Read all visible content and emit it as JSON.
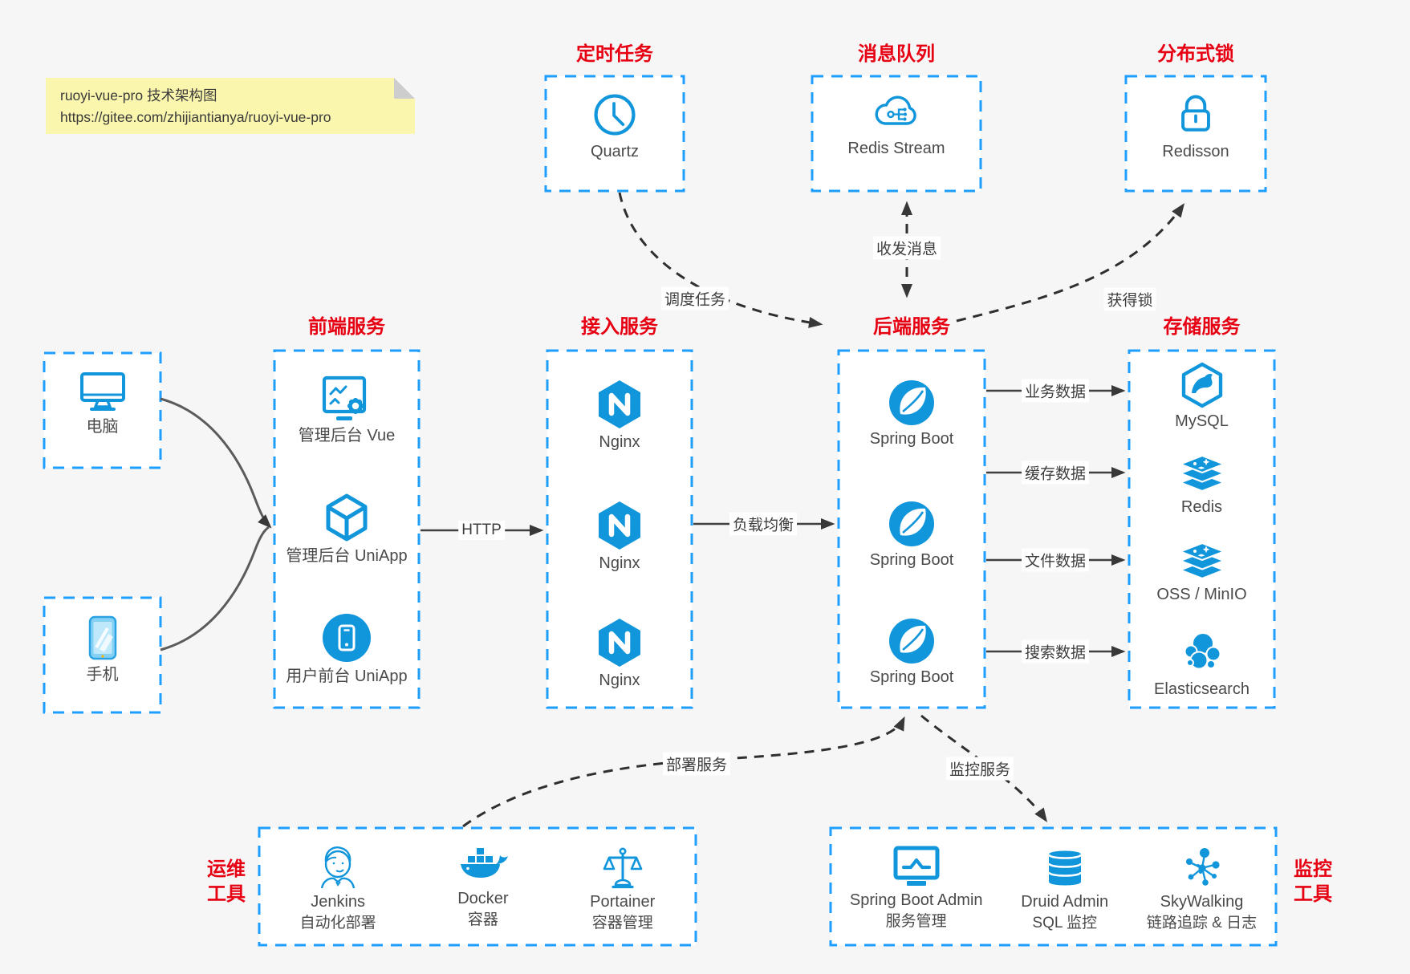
{
  "note": {
    "line1": "ruoyi-vue-pro 技术架构图",
    "line2": "https://gitee.com/zhijiantianya/ruoyi-vue-pro"
  },
  "top_groups": {
    "scheduled_task": {
      "title": "定时任务",
      "item": {
        "label": "Quartz",
        "icon": "clock-icon"
      }
    },
    "message_queue": {
      "title": "消息队列",
      "item": {
        "label": "Redis Stream",
        "icon": "cloud-hub-icon"
      }
    },
    "distributed_lock": {
      "title": "分布式锁",
      "item": {
        "label": "Redisson",
        "icon": "lock-icon"
      }
    }
  },
  "clients": {
    "pc": {
      "label": "电脑",
      "icon": "desktop-icon"
    },
    "mobile": {
      "label": "手机",
      "icon": "smartphone-icon"
    }
  },
  "columns": {
    "frontend": {
      "title": "前端服务",
      "items": [
        {
          "label": "管理后台 Vue",
          "icon": "admin-vue-icon"
        },
        {
          "label": "管理后台 UniApp",
          "icon": "uniapp-cube-icon"
        },
        {
          "label": "用户前台 UniApp",
          "icon": "user-app-icon"
        }
      ]
    },
    "gateway": {
      "title": "接入服务",
      "items": [
        {
          "label": "Nginx",
          "icon": "nginx-icon"
        },
        {
          "label": "Nginx",
          "icon": "nginx-icon"
        },
        {
          "label": "Nginx",
          "icon": "nginx-icon"
        }
      ]
    },
    "backend": {
      "title": "后端服务",
      "items": [
        {
          "label": "Spring Boot",
          "icon": "spring-icon"
        },
        {
          "label": "Spring Boot",
          "icon": "spring-icon"
        },
        {
          "label": "Spring Boot",
          "icon": "spring-icon"
        }
      ]
    },
    "storage": {
      "title": "存储服务",
      "items": [
        {
          "label": "MySQL",
          "icon": "mysql-icon"
        },
        {
          "label": "Redis",
          "icon": "redis-stack-icon"
        },
        {
          "label": "OSS / MinIO",
          "icon": "oss-stack-icon"
        },
        {
          "label": "Elasticsearch",
          "icon": "elasticsearch-icon"
        }
      ]
    }
  },
  "bottom_groups": {
    "ops": {
      "title_line1": "运维",
      "title_line2": "工具",
      "items": [
        {
          "name": "Jenkins",
          "desc": "自动化部署",
          "icon": "jenkins-icon"
        },
        {
          "name": "Docker",
          "desc": "容器",
          "icon": "docker-icon"
        },
        {
          "name": "Portainer",
          "desc": "容器管理",
          "icon": "portainer-icon"
        }
      ]
    },
    "monitoring": {
      "title_line1": "监控",
      "title_line2": "工具",
      "items": [
        {
          "name": "Spring Boot Admin",
          "desc": "服务管理",
          "icon": "boot-admin-icon"
        },
        {
          "name": "Druid Admin",
          "desc": "SQL 监控",
          "icon": "druid-icon"
        },
        {
          "name": "SkyWalking",
          "desc": "链路追踪 & 日志",
          "icon": "skywalking-icon"
        }
      ]
    }
  },
  "edge_labels": {
    "http": "HTTP",
    "load_balance": "负载均衡",
    "schedule": "调度任务",
    "messaging": "收发消息",
    "acquire_lock": "获得锁",
    "business_data": "业务数据",
    "cache_data": "缓存数据",
    "file_data": "文件数据",
    "search_data": "搜索数据",
    "deploy": "部署服务",
    "monitor": "监控服务"
  },
  "colors": {
    "accent_blue": "#1296db",
    "border_blue": "#1e9fff",
    "title_red": "#e60012",
    "line_dark": "#383838",
    "note_yellow": "#faf6ad"
  }
}
